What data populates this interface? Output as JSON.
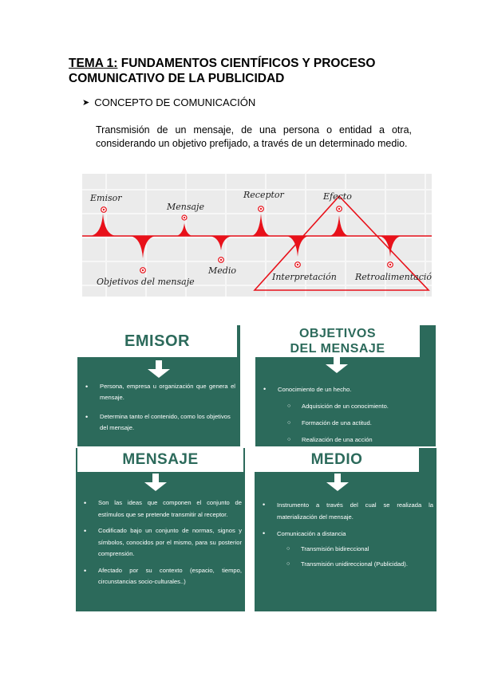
{
  "title": {
    "tema": "TEMA 1:",
    "rest": " FUNDAMENTOS CIENTÍFICOS Y PROCESO COMUNICATIVO DE LA PUBLICIDAD"
  },
  "section": {
    "heading": "CONCEPTO DE COMUNICACIÓN"
  },
  "definition": "Transmisión de un mensaje, de una persona o entidad a otra, considerando un objetivo prefijado, a través de un determinado medio.",
  "diagram": {
    "labels": {
      "emisor": "Emisor",
      "mensaje": "Mensaje",
      "receptor": "Receptor",
      "efecto": "Efecto",
      "objetivos": "Objetivos del mensaje",
      "medio": "Medio",
      "interpretacion": "Interpretación",
      "retroalimentacion": "Retroalimentación"
    },
    "colors": {
      "accent": "#e8111a"
    }
  },
  "cards": {
    "emisor": {
      "title": "EMISOR",
      "items": [
        "Persona, empresa u organización que genera el mensaje.",
        "Determina tanto el contenido, como los objetivos del mensaje."
      ]
    },
    "objetivos": {
      "title_line1": "OBJETIVOS",
      "title_line2": "DEL MENSAJE",
      "item": "Conocimiento de un hecho.",
      "subitems": [
        "Adquisición de un conocimiento.",
        "Formación de una actitud.",
        "Realización de una acción"
      ]
    },
    "mensaje": {
      "title": "MENSAJE",
      "items": [
        "Son las ideas que componen el conjunto de estímulos que se pretende transmitir al receptor.",
        "Codificado bajo un conjunto de normas, signos y símbolos, conocidos por el mismo, para su posterior comprensión.",
        "Afectado por su contexto (espacio, tiempo, circunstancias socio-culturales..)"
      ]
    },
    "medio": {
      "title": "MEDIO",
      "items": [
        "Instrumento a través del cual se realizada la materialización del mensaje.",
        "Comunicación a distancia"
      ],
      "subitems": [
        "Transmisión bidireccional",
        "Transmisión unidireccional (Publicidad)."
      ]
    },
    "colors": {
      "card_green": "#2c6a5b"
    }
  }
}
